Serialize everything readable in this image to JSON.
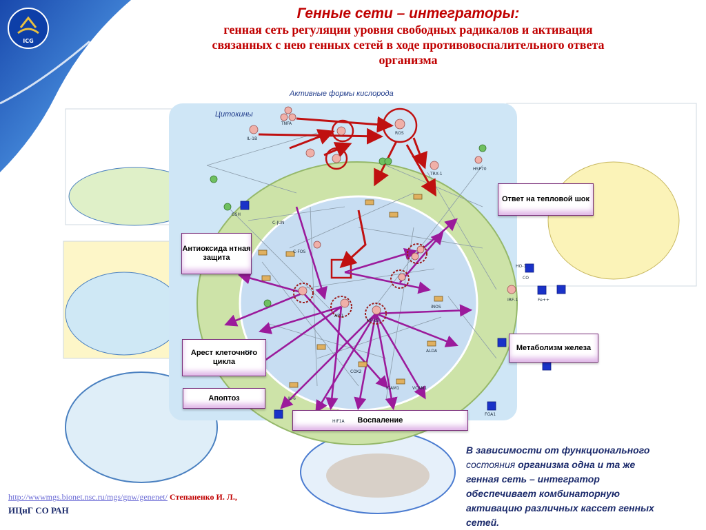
{
  "logo": {
    "text": "ICG"
  },
  "header": {
    "title": "Генные сети – интеграторы:",
    "subtitle_lines": [
      "генная сеть регуляции уровня свободных радикалов  и активация",
      "связанных с нею  генных сетей в ходе противовоспалительного ответа",
      "организма"
    ]
  },
  "diagram": {
    "label_ros": "Активные формы кислорода",
    "label_cytokines": "Цитокины",
    "boxes": {
      "heat_shock": "Ответ на тепловой шок",
      "antioxidant": "Антиоксида нтная защита",
      "cell_cycle_arrest": "Арест клеточного цикла",
      "apoptosis": "Апоптоз",
      "iron_metabolism": "Метаболизм железа",
      "inflammation": "Воспаление"
    },
    "node_labels": [
      "TNFA",
      "IL-1B",
      "ROS",
      "TRX-1",
      "NF-kB",
      "AP-1",
      "C-JUN",
      "C-FOS",
      "HSP70",
      "IRF-1",
      "HO-1",
      "GSH",
      "CO",
      "Fe++",
      "COX2",
      "ICAM1",
      "VCAM1",
      "iNOS",
      "P53",
      "ALDA",
      "HIF1A",
      "FGA1",
      "IL-6"
    ]
  },
  "note": {
    "line1": "В зависимости от функционального",
    "line2_plain": "состояния",
    "line2_rest": " организма одна и та же",
    "line3": "генная сеть – интегратор",
    "line4": "обеспечивает комбинаторную",
    "line5": "активацию различных кассет генных",
    "line6": "сетей."
  },
  "footer": {
    "link": "http://wwwmgs.bionet.nsc.ru/mgs/gnw/genenet/",
    "author": "Степаненко И. Л.,",
    "org": "ИЦиГ СО РАН"
  }
}
